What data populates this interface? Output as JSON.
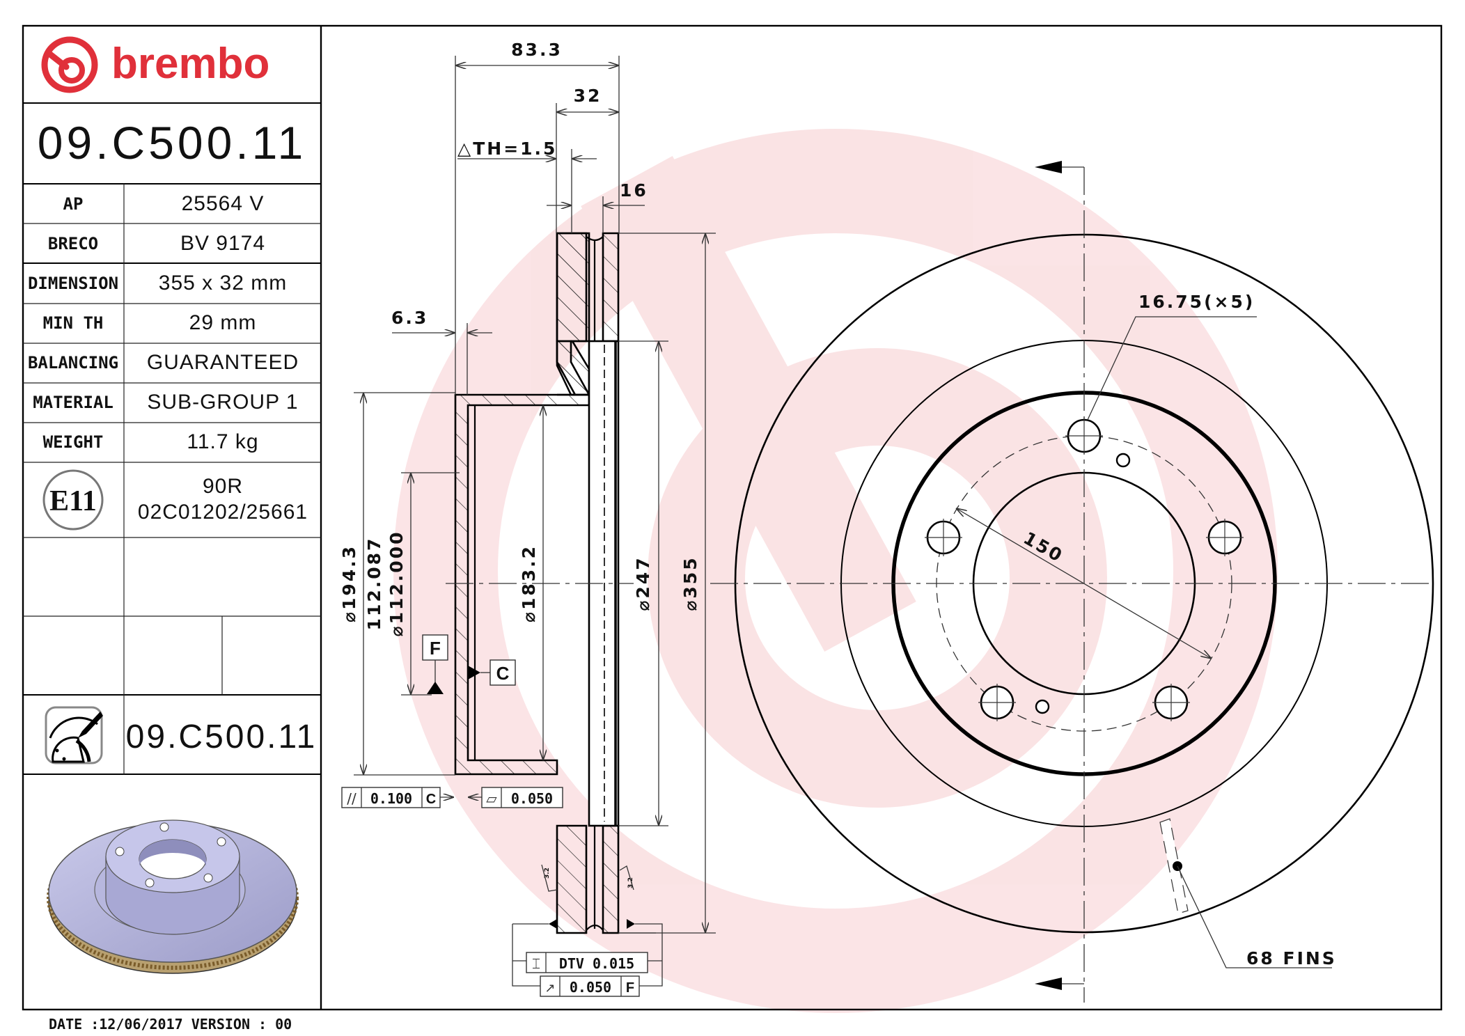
{
  "brand": {
    "name": "brembo",
    "color": "#e0303a"
  },
  "part_number": "09.C500.11",
  "title_block": {
    "rows": [
      {
        "label": "AP",
        "value": "25564 V"
      },
      {
        "label": "BRECO",
        "value": "BV 9174"
      },
      {
        "label": "DIMENSION",
        "value": "355 x 32 mm"
      },
      {
        "label": "MIN TH",
        "value": "29 mm"
      },
      {
        "label": "BALANCING",
        "value": "GUARANTEED"
      },
      {
        "label": "MATERIAL",
        "value": "SUB-GROUP 1"
      },
      {
        "label": "WEIGHT",
        "value": "11.7 kg"
      }
    ],
    "approval": {
      "mark": "E11",
      "line1": "90R",
      "line2": "02C01202/25661"
    },
    "icon_row": {
      "icon": "brake-disc-measure-icon",
      "part_number": "09.C500.11"
    },
    "preview": {
      "icon": "brake-disc-3d-render"
    }
  },
  "footer": {
    "text": "DATE :12/06/2017 VERSION : 00"
  },
  "section_view": {
    "dimensions": {
      "overall_height": "83.3",
      "thickness": "32",
      "delta_th": "△TH=1.5",
      "outer_plate": "16",
      "hat_wall": "6.3",
      "d194": "⌀194.3",
      "d112_upper": "112.087",
      "d112_lower": "⌀112.000",
      "d183": "⌀183.2",
      "d247": "⌀247",
      "d355": "⌀355"
    },
    "datums": {
      "f": "F",
      "c": "C"
    },
    "tolerances": {
      "parallelism": {
        "symbol": "//",
        "value": "0.100",
        "datum": "C"
      },
      "flatness": {
        "symbol": "▱",
        "value": "0.050"
      },
      "dtv": {
        "symbol": "⌶",
        "value": "DTV 0.015"
      },
      "runout": {
        "symbol": "↗",
        "value": "0.050",
        "datum": "F"
      }
    },
    "roughness": [
      "3.2",
      "3.2"
    ]
  },
  "front_view": {
    "bolt_holes": "16.75(×5)",
    "pcd": "150",
    "fins": "68 FINS"
  }
}
